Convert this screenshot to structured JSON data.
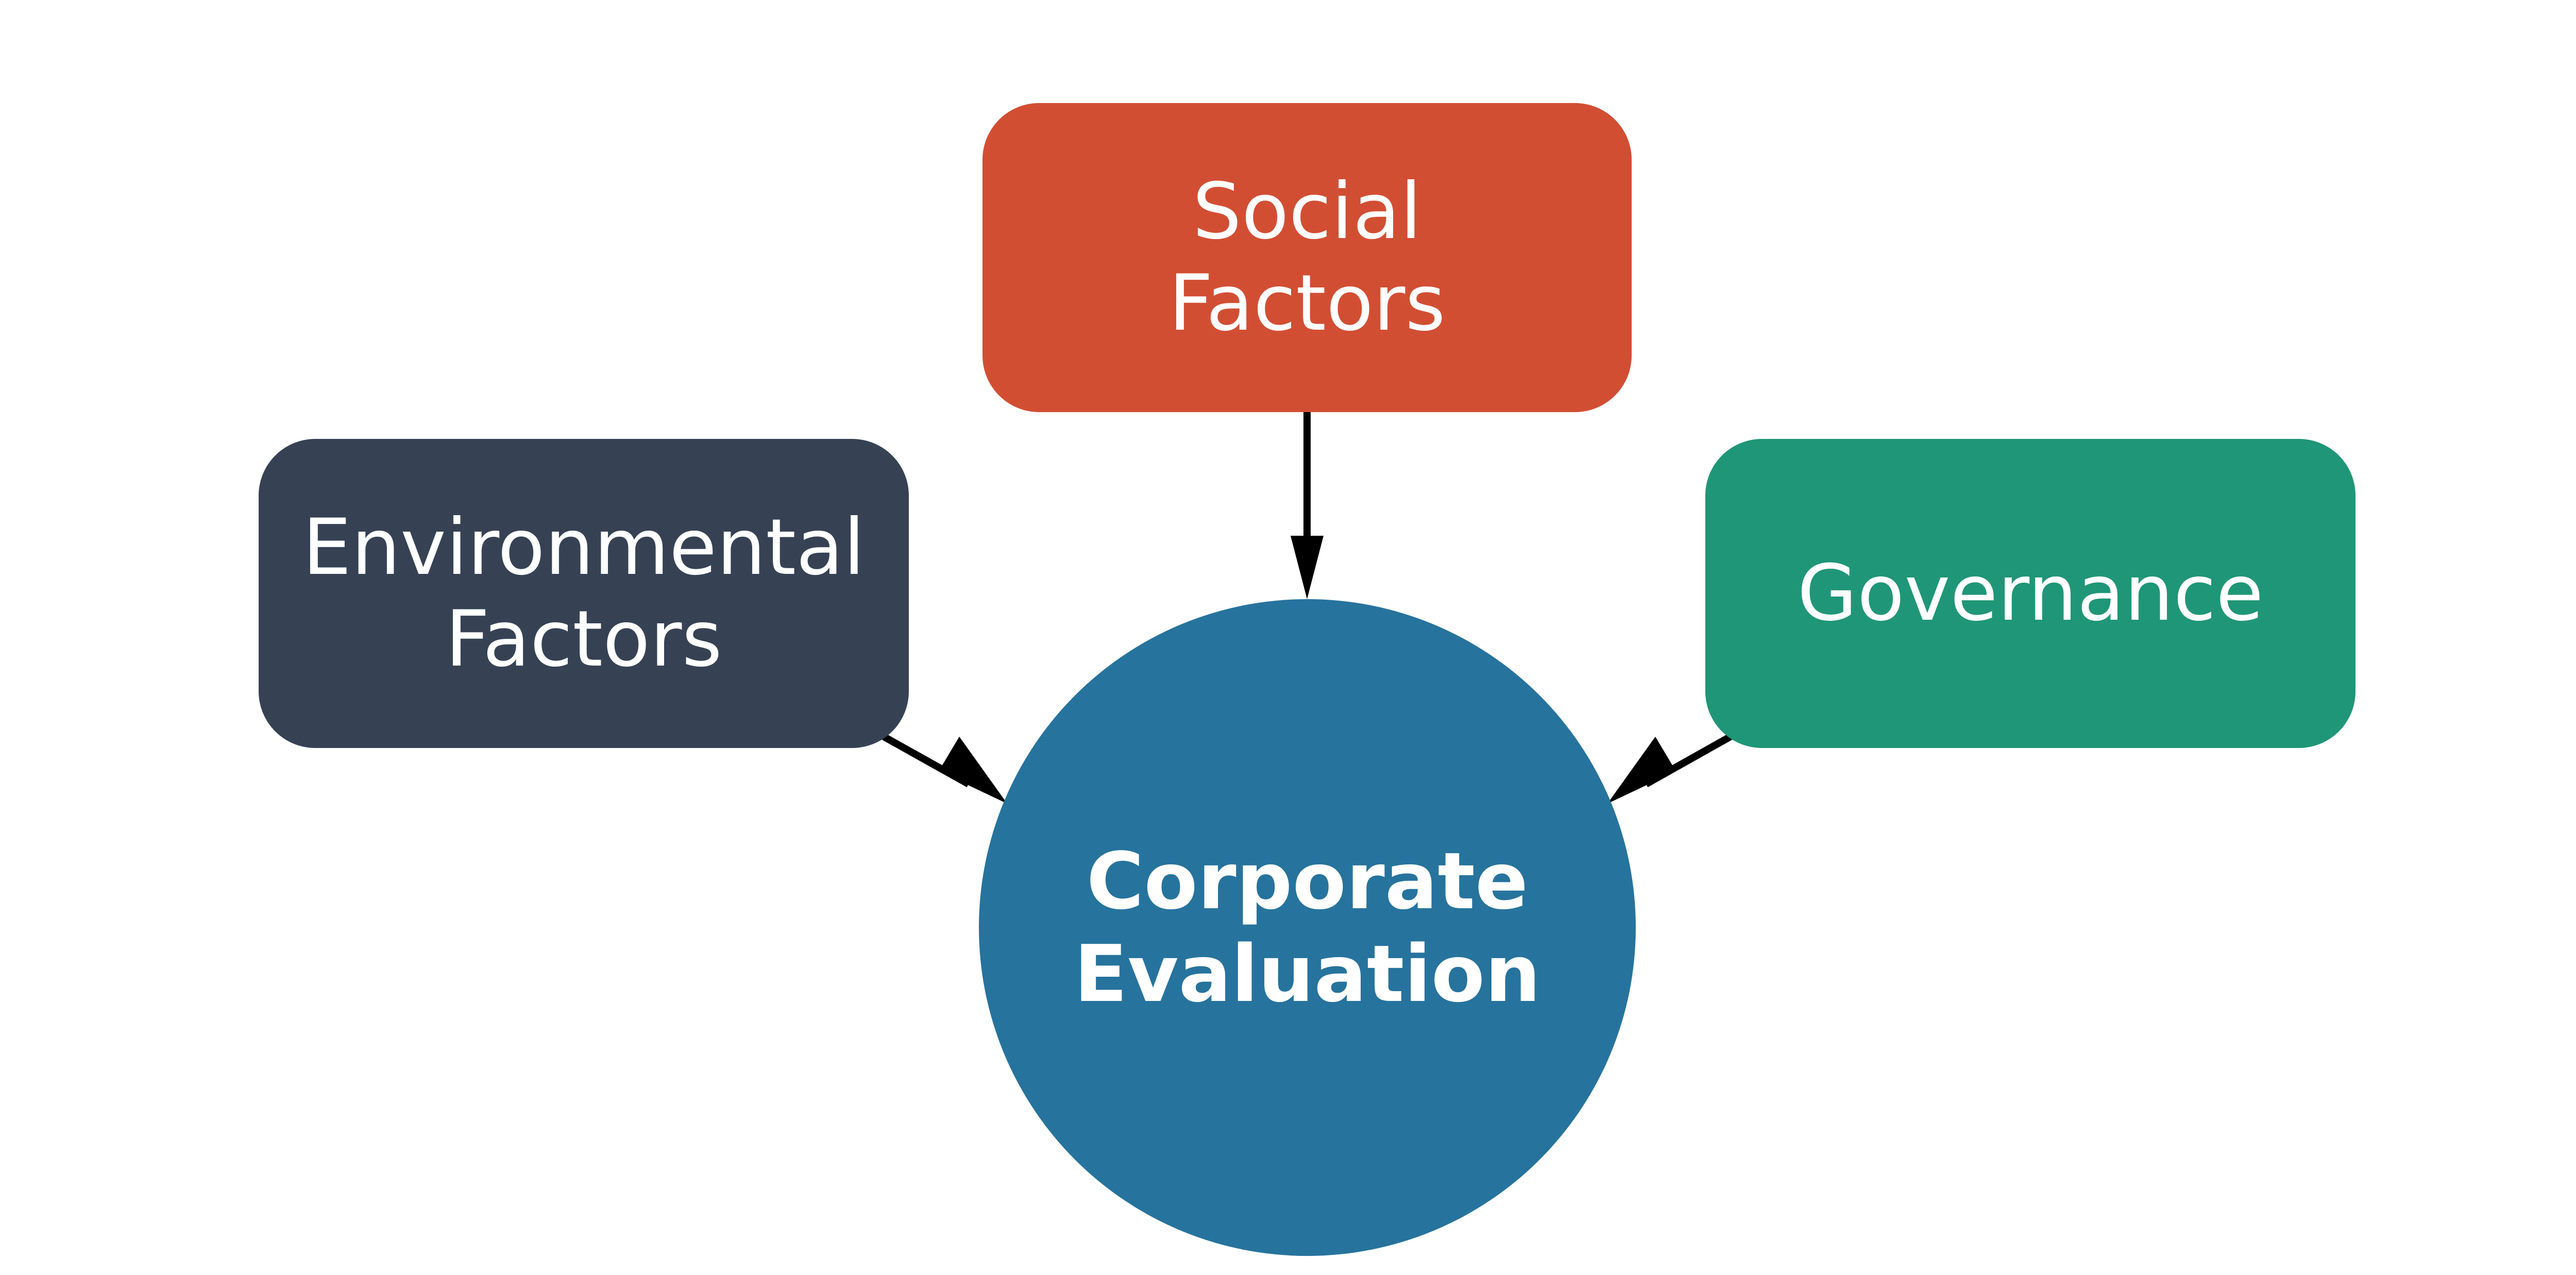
{
  "diagram": {
    "center": {
      "line1": "Corporate",
      "line2": "Evaluation",
      "color": "#26739D"
    },
    "nodes": {
      "social": {
        "line1": "Social",
        "line2": "Factors",
        "color": "#D24E33"
      },
      "environmental": {
        "line1": "Environmental",
        "line2": "Factors",
        "color": "#364254"
      },
      "governance": {
        "line1": "Governance",
        "color": "#1F9677"
      }
    },
    "edges": [
      {
        "from": "social",
        "to": "center"
      },
      {
        "from": "environmental",
        "to": "center"
      },
      {
        "from": "governance",
        "to": "center"
      }
    ],
    "edge_color": "#000000"
  }
}
